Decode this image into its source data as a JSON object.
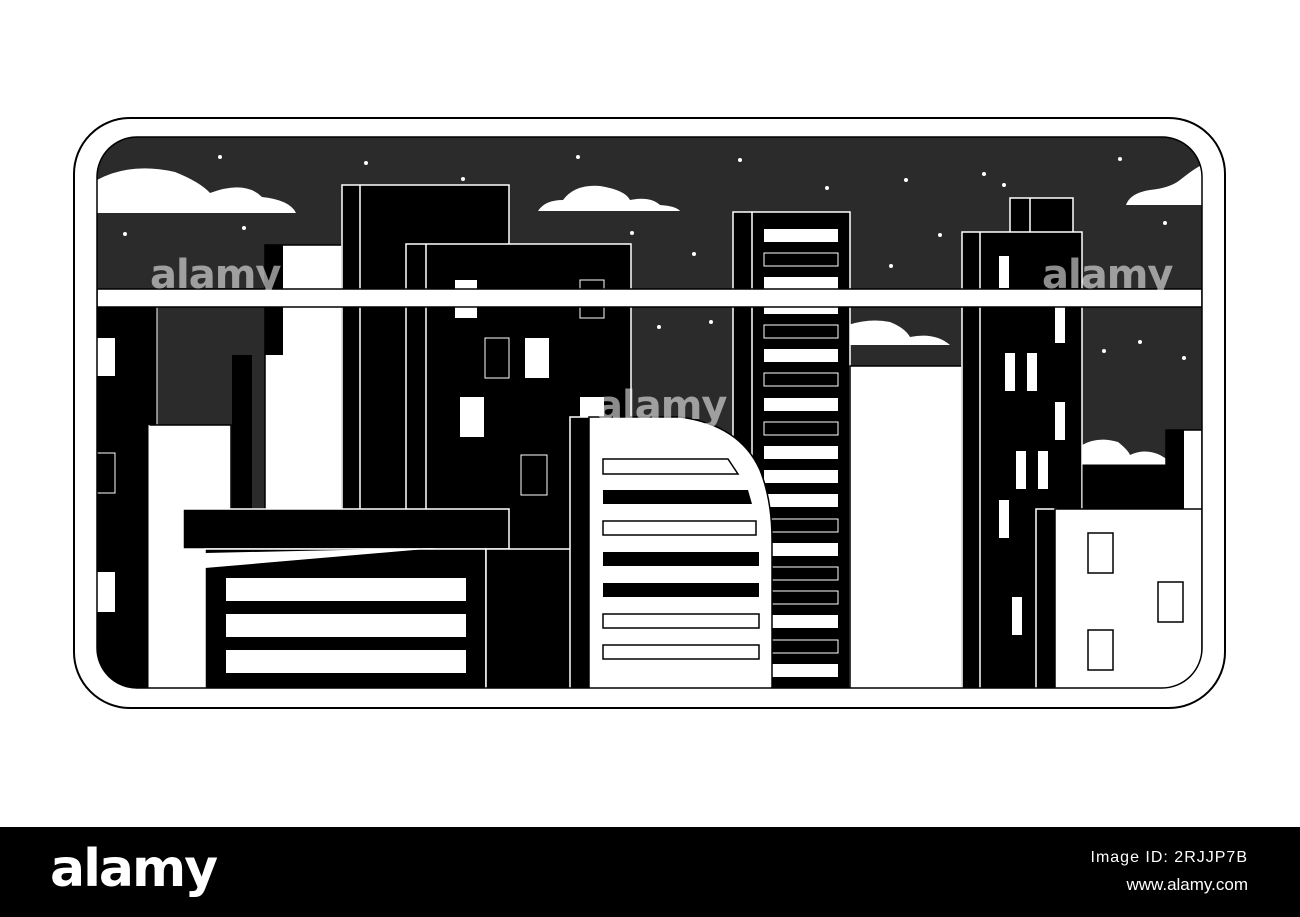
{
  "watermark": {
    "text": "alamy"
  },
  "footer": {
    "logo": "alamy",
    "image_id": "Image ID: 2RJJP7B",
    "url": "www.alamy.com"
  },
  "colors": {
    "ink": "#000000",
    "sky": "#2b2b2b",
    "paper": "#ffffff"
  },
  "scene": {
    "subject": "night city skyline through a rounded window",
    "elements": [
      "stars",
      "clouds",
      "skyscrapers",
      "lit-windows",
      "window-frame"
    ]
  }
}
